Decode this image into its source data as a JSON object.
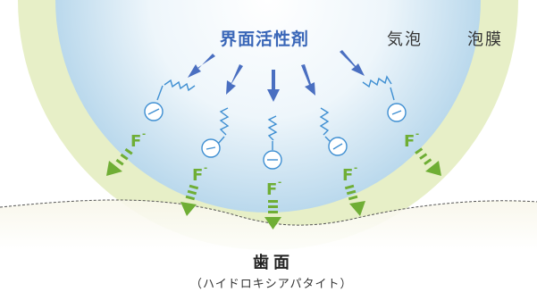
{
  "labels": {
    "surfactant": "界面活性剤",
    "bubble": "気泡",
    "foam_film": "泡膜",
    "tooth_surface": "歯面",
    "hydroxyapatite": "（ハイドロキシアパタイト）"
  },
  "fluoride_ions": [
    {
      "symbol": "F",
      "charge": "-"
    },
    {
      "symbol": "F",
      "charge": "-"
    },
    {
      "symbol": "F",
      "charge": "-"
    },
    {
      "symbol": "F",
      "charge": "-"
    },
    {
      "symbol": "F",
      "charge": "-"
    }
  ],
  "colors": {
    "bubble_outer": "#b9d8ec",
    "bubble_inner": "#ffffff",
    "film": "#e7efc7",
    "surfactant": "#3a67b8",
    "fluoride": "#6fae35",
    "enamel": "#f8f7ec",
    "background": "#ffffff"
  },
  "icons": [
    "surfactant-arrow-icon",
    "surfactant-molecule-icon",
    "fluoride-arrow-icon"
  ]
}
